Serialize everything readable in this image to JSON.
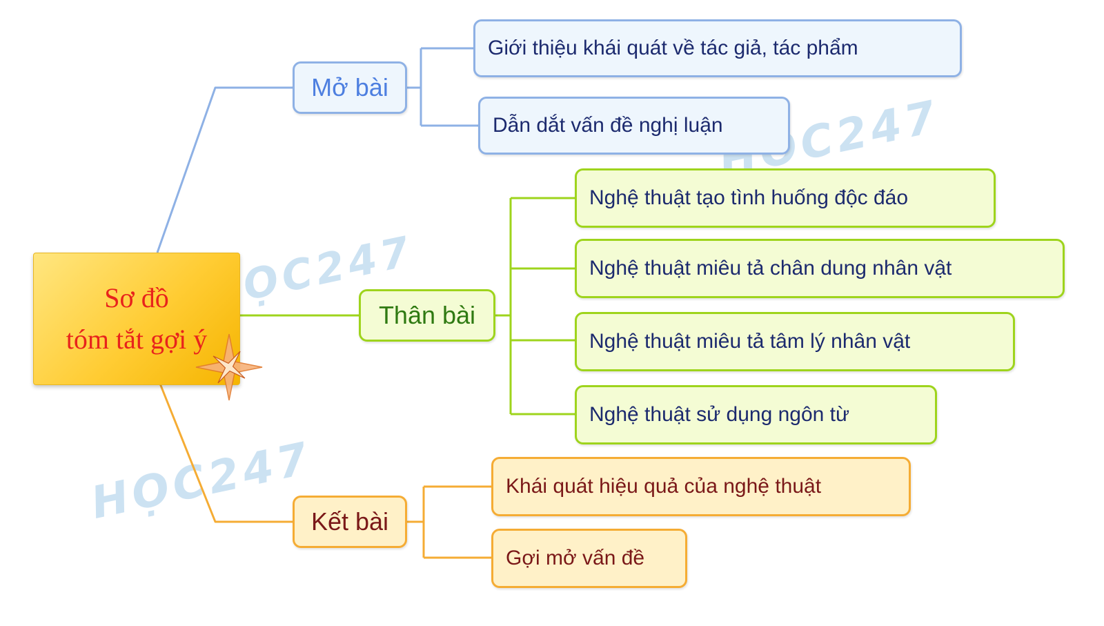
{
  "root": {
    "line1": "Sơ đồ",
    "line2": "tóm tắt gợi ý"
  },
  "watermark": "HỌC247",
  "colors": {
    "blue_line": "#8eb1e5",
    "green_line": "#9ed41c",
    "orange_line": "#f5ac34",
    "root_text": "#e8231c"
  },
  "branches": [
    {
      "label": "Mở bài",
      "children": [
        "Giới thiệu khái quát về tác giả, tác phẩm",
        "Dẫn dắt vấn đề nghị luận"
      ]
    },
    {
      "label": "Thân bài",
      "children": [
        "Nghệ thuật tạo tình huống độc đáo",
        "Nghệ thuật miêu tả chân dung nhân vật",
        "Nghệ thuật miêu tả tâm lý nhân vật",
        "Nghệ thuật sử dụng ngôn từ"
      ]
    },
    {
      "label": "Kết bài",
      "children": [
        "Khái quát hiệu quả của nghệ thuật",
        "Gợi mở vấn đề"
      ]
    }
  ]
}
